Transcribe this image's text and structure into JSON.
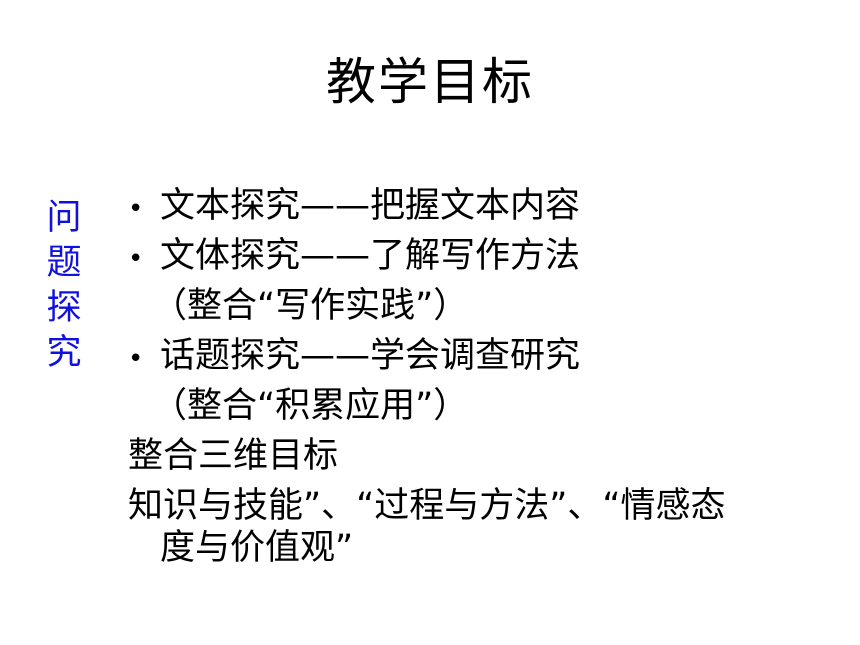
{
  "slide": {
    "title": "教学目标",
    "side_label": [
      "问",
      "题",
      "探",
      "究"
    ],
    "bullet_symbol": "•",
    "lines": [
      {
        "type": "bullet",
        "text": "文本探究——把握文本内容"
      },
      {
        "type": "bullet",
        "text": "文体探究——了解写作方法"
      },
      {
        "type": "indent",
        "text": "（整合“写作实践”）"
      },
      {
        "type": "bullet",
        "text": "话题探究——学会调查研究"
      },
      {
        "type": "indent",
        "text": "（整合“积累应用”）"
      },
      {
        "type": "plain",
        "text": "整合三维目标"
      },
      {
        "type": "plain",
        "text": "知识与技能”、“过程与方法”、“情感态"
      },
      {
        "type": "wrap",
        "text": "度与价值观”"
      }
    ],
    "colors": {
      "background": "#ffffff",
      "text": "#000000",
      "side_label": "#1010e0"
    }
  }
}
